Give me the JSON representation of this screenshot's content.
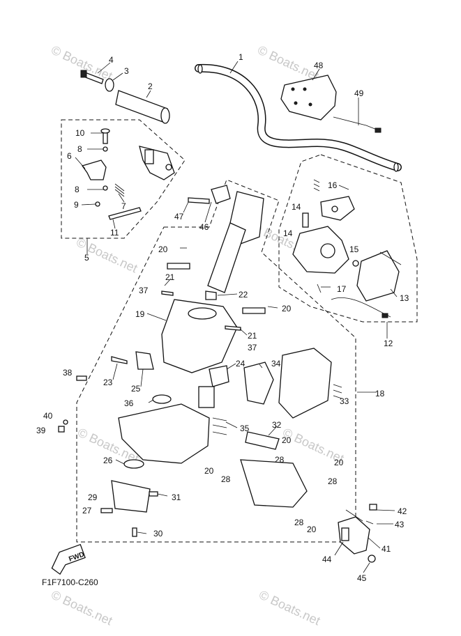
{
  "diagram_code": "F1F7100-C260",
  "fwd_label": "FWD",
  "watermark": "© Boats.net",
  "callouts": [
    {
      "id": "c1",
      "label": "1"
    },
    {
      "id": "c2",
      "label": "2"
    },
    {
      "id": "c3",
      "label": "3"
    },
    {
      "id": "c4",
      "label": "4"
    },
    {
      "id": "c5",
      "label": "5"
    },
    {
      "id": "c6",
      "label": "6"
    },
    {
      "id": "c7",
      "label": "7"
    },
    {
      "id": "c8a",
      "label": "8"
    },
    {
      "id": "c8b",
      "label": "8"
    },
    {
      "id": "c9",
      "label": "9"
    },
    {
      "id": "c10",
      "label": "10"
    },
    {
      "id": "c11",
      "label": "11"
    },
    {
      "id": "c12",
      "label": "12"
    },
    {
      "id": "c13",
      "label": "13"
    },
    {
      "id": "c14a",
      "label": "14"
    },
    {
      "id": "c14b",
      "label": "14"
    },
    {
      "id": "c15",
      "label": "15"
    },
    {
      "id": "c16",
      "label": "16"
    },
    {
      "id": "c17",
      "label": "17"
    },
    {
      "id": "c18",
      "label": "18"
    },
    {
      "id": "c19",
      "label": "19"
    },
    {
      "id": "c20a",
      "label": "20"
    },
    {
      "id": "c20b",
      "label": "20"
    },
    {
      "id": "c20c",
      "label": "20"
    },
    {
      "id": "c20d",
      "label": "20"
    },
    {
      "id": "c20e",
      "label": "20"
    },
    {
      "id": "c20f",
      "label": "20"
    },
    {
      "id": "c21a",
      "label": "21"
    },
    {
      "id": "c21b",
      "label": "21"
    },
    {
      "id": "c22",
      "label": "22"
    },
    {
      "id": "c23",
      "label": "23"
    },
    {
      "id": "c24",
      "label": "24"
    },
    {
      "id": "c25",
      "label": "25"
    },
    {
      "id": "c26",
      "label": "26"
    },
    {
      "id": "c27",
      "label": "27"
    },
    {
      "id": "c28a",
      "label": "28"
    },
    {
      "id": "c28b",
      "label": "28"
    },
    {
      "id": "c28c",
      "label": "28"
    },
    {
      "id": "c28d",
      "label": "28"
    },
    {
      "id": "c29",
      "label": "29"
    },
    {
      "id": "c30",
      "label": "30"
    },
    {
      "id": "c31",
      "label": "31"
    },
    {
      "id": "c32",
      "label": "32"
    },
    {
      "id": "c33",
      "label": "33"
    },
    {
      "id": "c34",
      "label": "34"
    },
    {
      "id": "c35",
      "label": "35"
    },
    {
      "id": "c36",
      "label": "36"
    },
    {
      "id": "c37a",
      "label": "37"
    },
    {
      "id": "c37b",
      "label": "37"
    },
    {
      "id": "c38",
      "label": "38"
    },
    {
      "id": "c39",
      "label": "39"
    },
    {
      "id": "c40",
      "label": "40"
    },
    {
      "id": "c41",
      "label": "41"
    },
    {
      "id": "c42",
      "label": "42"
    },
    {
      "id": "c43",
      "label": "43"
    },
    {
      "id": "c44",
      "label": "44"
    },
    {
      "id": "c45",
      "label": "45"
    },
    {
      "id": "c46",
      "label": "46"
    },
    {
      "id": "c47",
      "label": "47"
    },
    {
      "id": "c48",
      "label": "48"
    },
    {
      "id": "c49",
      "label": "49"
    }
  ]
}
